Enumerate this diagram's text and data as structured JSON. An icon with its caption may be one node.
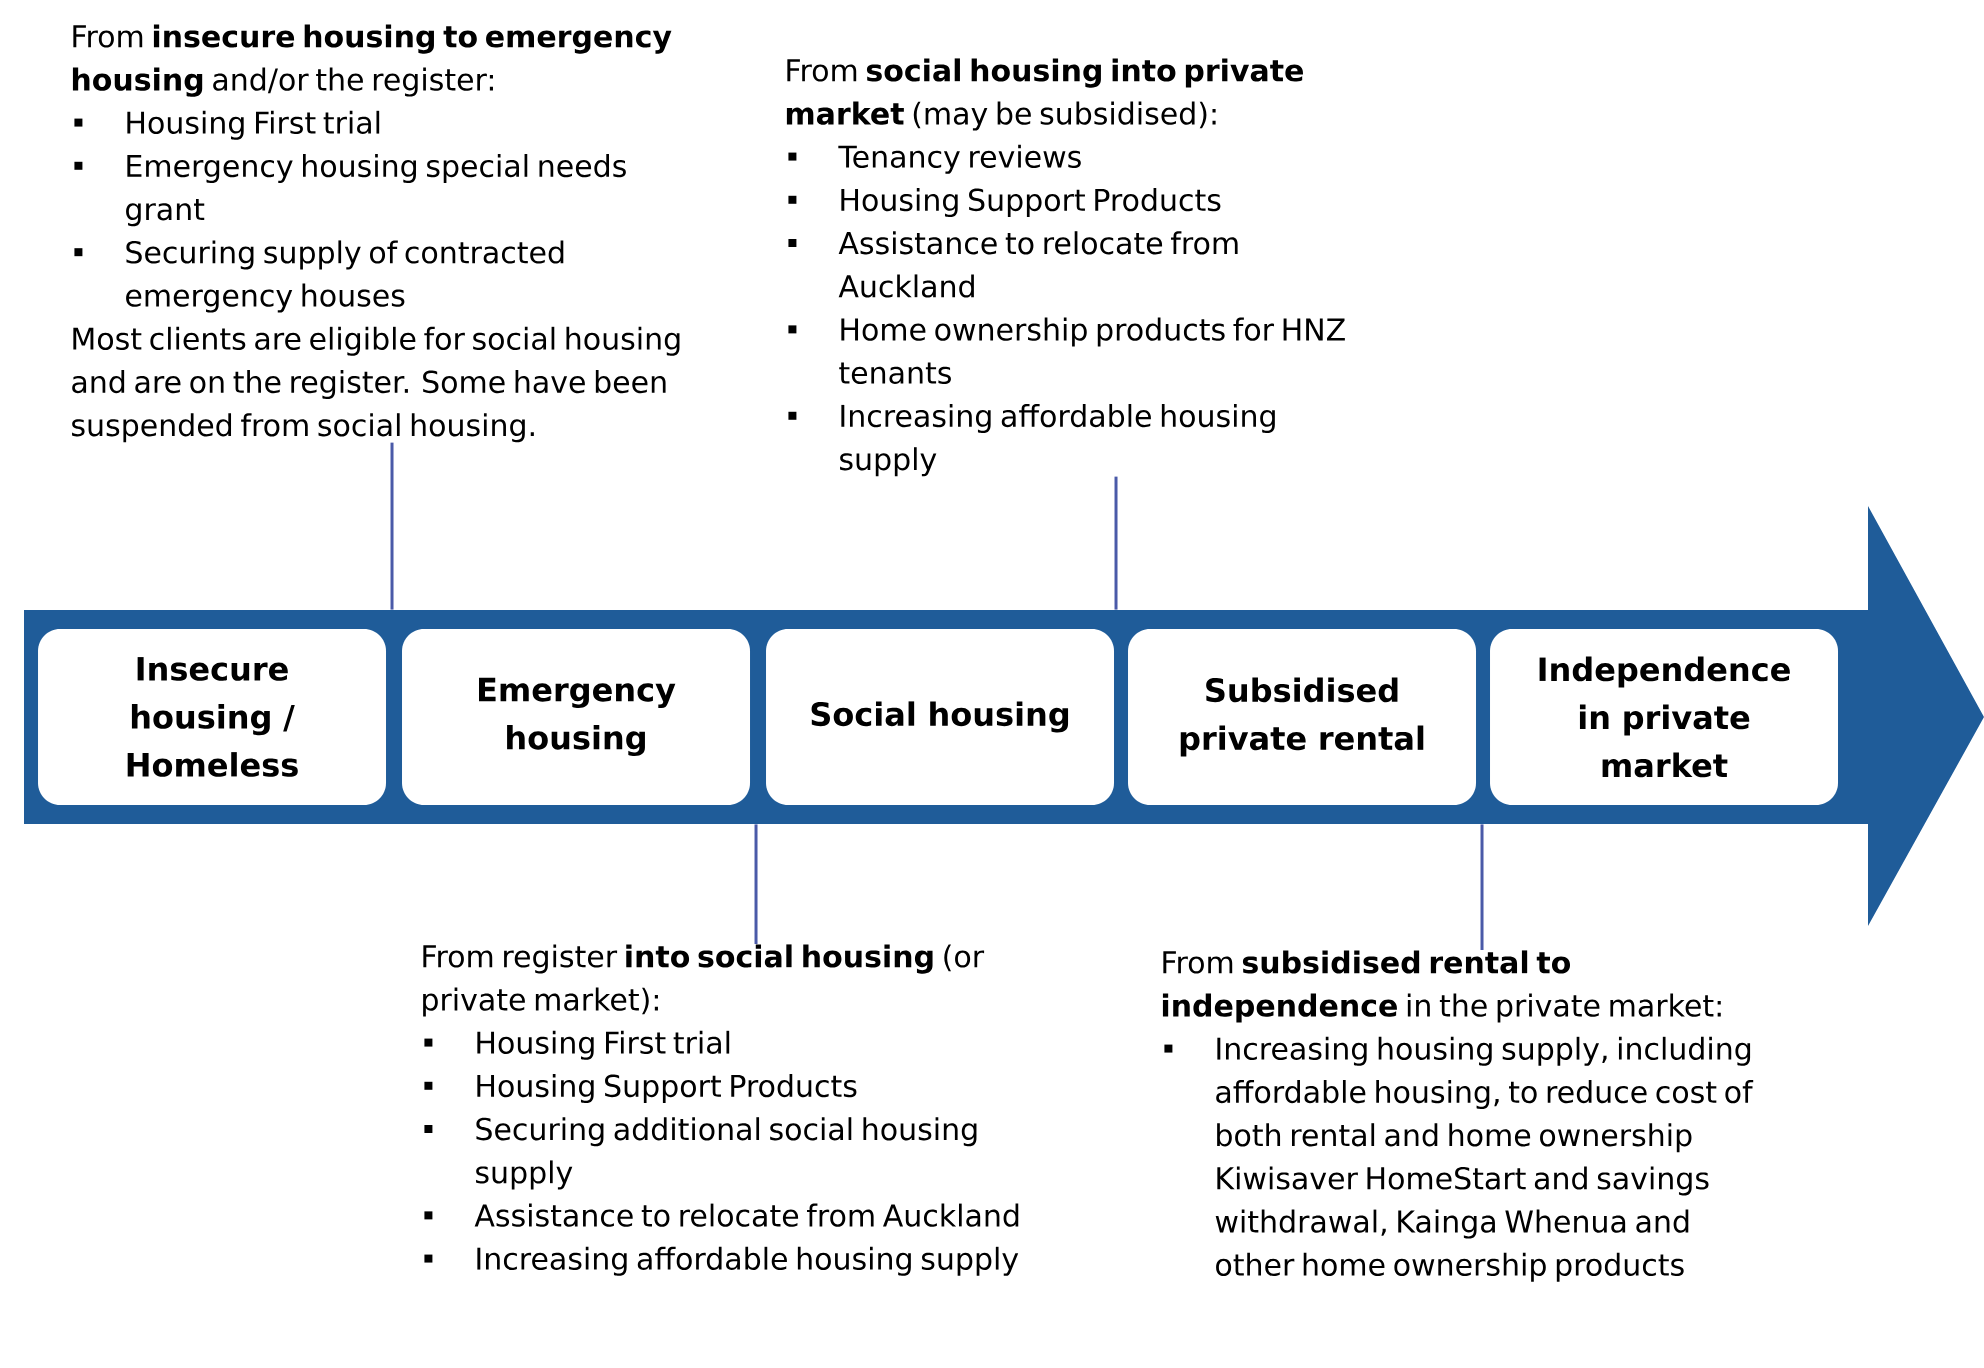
{
  "diagram": {
    "nodes": [
      {
        "text": [],
        "shape": "arrow"
      },
      {
        "text": [
          "Insecure housing / Homeless"
        ],
        "in": 0
      },
      {
        "text": [
          "Emergency housing"
        ],
        "in": 0
      },
      {
        "text": [
          "Social housing"
        ],
        "in": 0
      },
      {
        "text": [
          "Subsidised private rental"
        ],
        "in": 0
      },
      {
        "text": [
          "Independence in private market"
        ],
        "in": 0
      },
      {
        "text": [
          "From **insecure housing to emergency housing** and/or the register:",
          "Housing First trial",
          "Emergency housing special needs grant",
          "Securing supply of contracted emergency houses",
          "Most clients are eligible for social housing and are on the register. Some have been suspended from social housing."
        ]
      },
      {
        "text": [
          "From **social housing into private market** (may be subsidised):",
          "Tenancy reviews",
          "Housing Support Products",
          "Assistance to relocate from Auckland",
          "Home ownership products for HNZ tenants",
          "Increasing affordable housing supply"
        ]
      },
      {
        "text": [
          "From register **into social housing** (or private market):",
          "Housing First trial",
          "Housing Support Products",
          "Securing additional social housing supply",
          "Assistance to relocate from Auckland",
          "Increasing affordable housing supply"
        ]
      },
      {
        "text": [
          "From **subsidised rental to independence** in the private market:",
          "Increasing housing supply, including affordable housing, to reduce cost of both rental and home ownership Kiwisaver HomeStart and savings withdrawal, Kainga Whenua and other home ownership products"
        ]
      }
    ],
    "edges": [
      {
        "from": 6,
        "to": 0,
        "arrow": "none"
      },
      {
        "from": 7,
        "to": 0,
        "arrow": "none"
      },
      {
        "from": 8,
        "to": 0,
        "arrow": "none"
      },
      {
        "from": 9,
        "to": 0,
        "arrow": "none"
      }
    ]
  }
}
